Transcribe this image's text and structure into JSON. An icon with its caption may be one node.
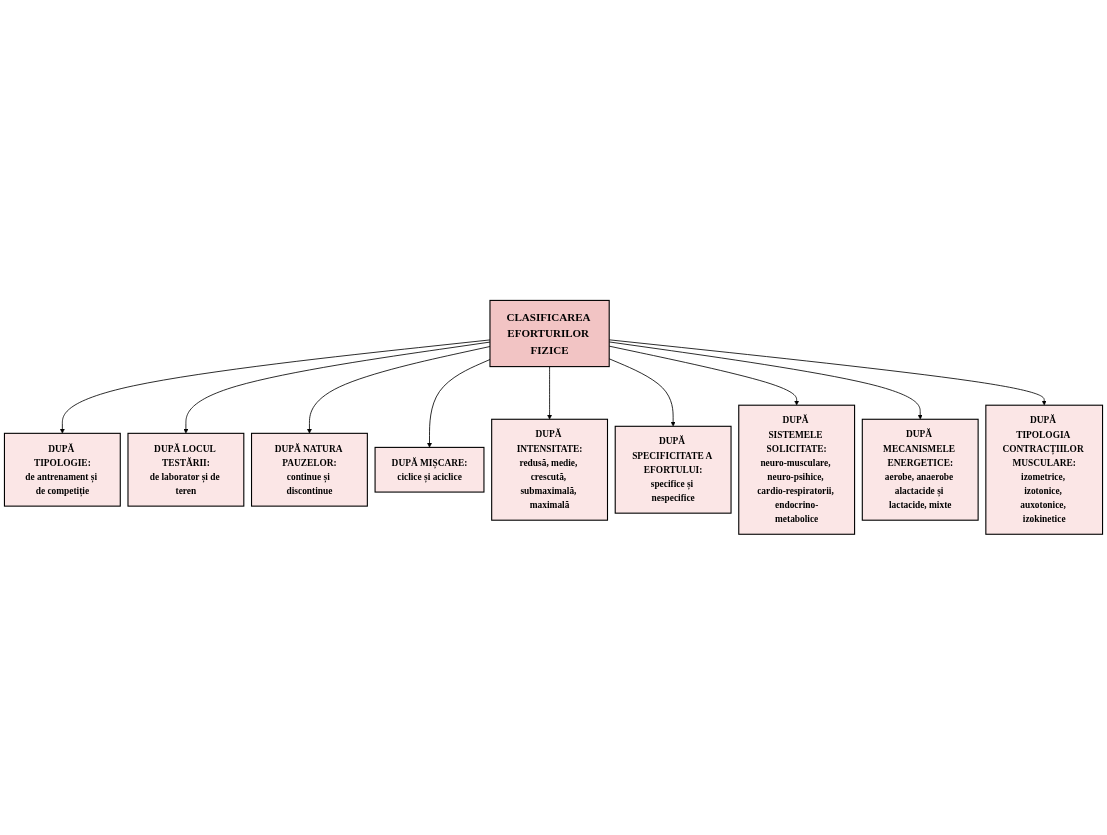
{
  "diagram": {
    "nodes": [
      {
        "text": [
          "DUPĂ TIPOLOGIE:",
          "de antrenament și de competiție"
        ]
      },
      {
        "text": [
          "DUPĂ LOCUL TESTĂRII:",
          "de laborator și de teren"
        ]
      },
      {
        "text": [
          "DUPĂ NATURA PAUZELOR:",
          "continue și discontinue"
        ]
      },
      {
        "text": [
          "DUPĂ MIȘCARE:",
          "ciclice și aciclice"
        ]
      },
      {
        "text": [
          "DUPĂ INTENSITATE:",
          "redusă, medie, crescută, submaximală, maximală"
        ]
      },
      {
        "text": [
          "CLASIFICAREA EFORTURILOR FIZICE"
        ]
      },
      {
        "text": [
          "DUPĂ SPECIFICITATE A EFORTULUI:",
          "specifice și nespecifice"
        ]
      },
      {
        "text": [
          "DUPĂ SISTEMELE SOLICITATE:",
          "neuro-musculare, neuro-psihice, cardio-respiratorii, endocrino-metabolice"
        ]
      },
      {
        "text": [
          "DUPĂ MECANISMELE ENERGETICE:",
          "aerobe, anaerobe alactacide și lactacide, mixte"
        ]
      },
      {
        "text": [
          "DUPĂ TIPOLOGIA CONTRACȚIILOR MUSCULARE:",
          "izometrice, izotonice, auxotonice, izokinetice"
        ]
      }
    ],
    "edges": [
      {
        "from": 5,
        "to": 0,
        "arrow": "to"
      },
      {
        "from": 5,
        "to": 1,
        "arrow": "to"
      },
      {
        "from": 5,
        "to": 2,
        "arrow": "to"
      },
      {
        "from": 5,
        "to": 3,
        "arrow": "to"
      },
      {
        "from": 5,
        "to": 4,
        "arrow": "to"
      },
      {
        "from": 5,
        "to": 6,
        "arrow": "to"
      },
      {
        "from": 5,
        "to": 7,
        "arrow": "to"
      },
      {
        "from": 5,
        "to": 8,
        "arrow": "to"
      },
      {
        "from": 5,
        "to": 9,
        "arrow": "to"
      }
    ]
  }
}
